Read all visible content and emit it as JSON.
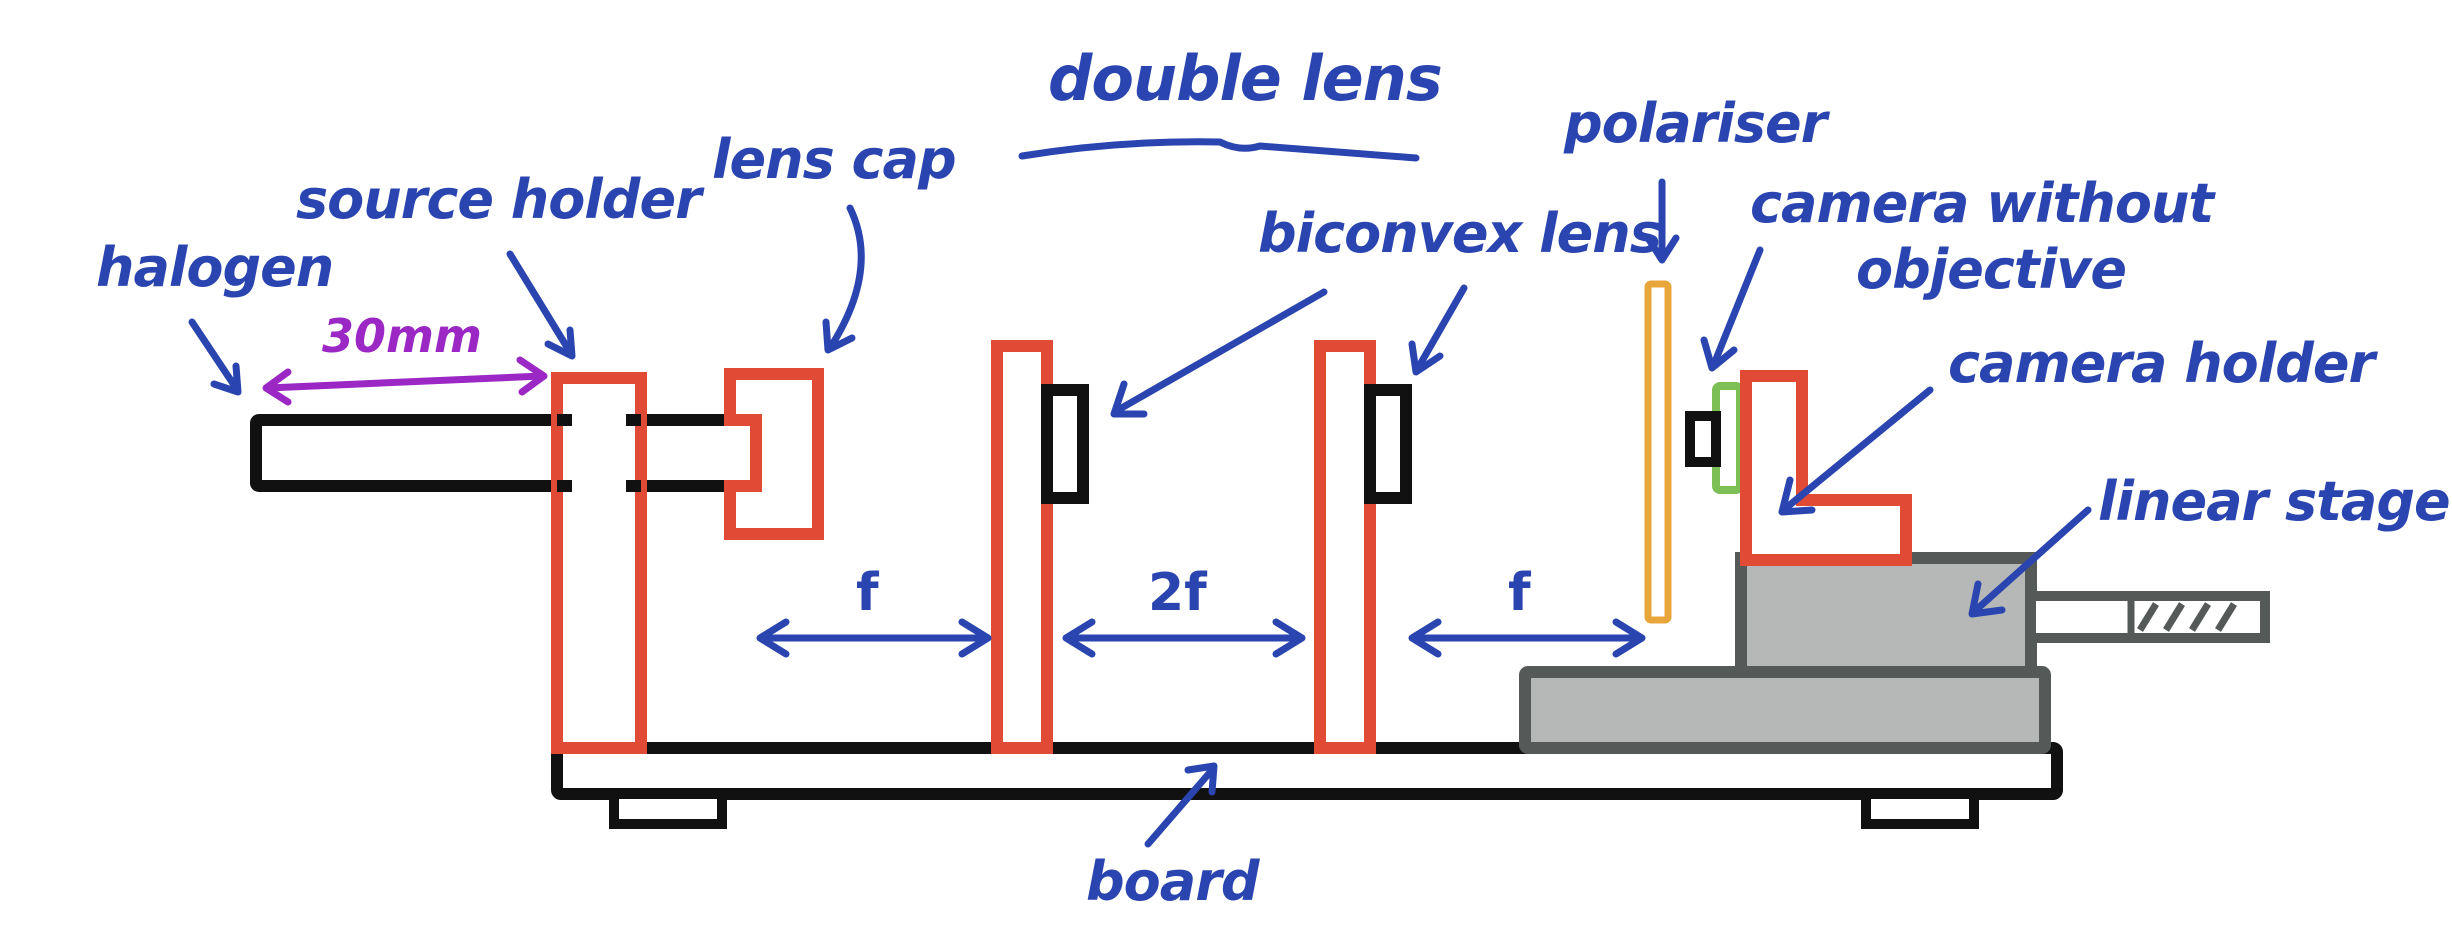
{
  "labels": {
    "double_lens": "double lens",
    "polariser": "polariser",
    "lens_cap": "lens cap",
    "source_holder": "source holder",
    "halogen": "halogen",
    "biconvex_lens": "biconvex lens",
    "camera_without_objective_line1": "camera without",
    "camera_without_objective_line2": "objective",
    "camera_holder": "camera holder",
    "linear_stage": "linear stage",
    "board": "board"
  },
  "dimensions": {
    "halogen_to_holder": "30mm",
    "cap_to_lens1": "f",
    "lens1_to_lens2": "2f",
    "lens2_to_polariser": "f"
  },
  "colors": {
    "annotation": "#2a45b0",
    "measurement": "#9b27c4",
    "holder": "#e14b35",
    "rail": "#111111",
    "stage": "#555a58",
    "stage_fill": "#b5b8b6",
    "polariser": "#e8a53a",
    "camera": "#7cbf55"
  }
}
